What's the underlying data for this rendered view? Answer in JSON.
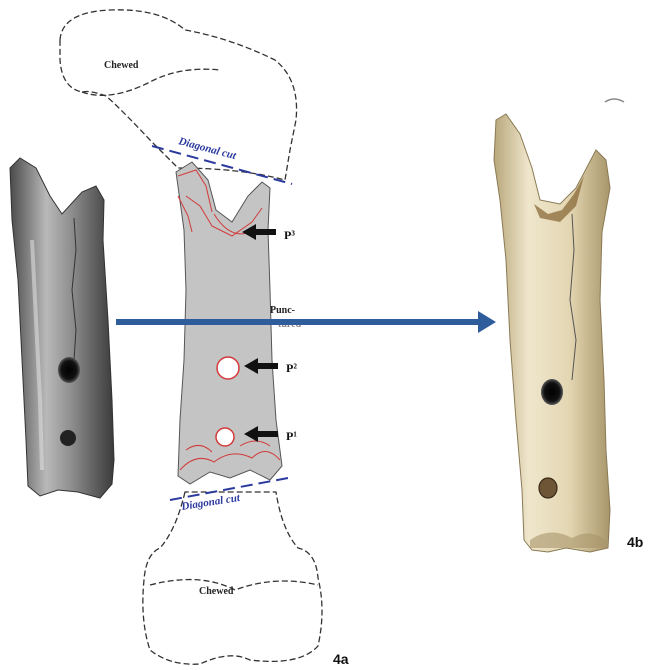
{
  "labels": {
    "chewed_top": "Chewed",
    "chewed_bottom": "Chewed",
    "diagonal_cut_top": "Diagonal cut",
    "diagonal_cut_bottom": "Diagonal cut",
    "p_top": "P³",
    "p_middle": "P²",
    "p_bottom": "P¹",
    "punctured_line1": "Punc-",
    "punctured_line2": "tured",
    "figure_4a": "4a",
    "figure_4b": "4b"
  },
  "colors": {
    "bone_outline": "#333333",
    "shaft_fill": "#c4c4c4",
    "damage_red": "#d23a3a",
    "cut_line_blue": "#2b3a9e",
    "arrow_blue": "#2f5d9c",
    "photo_bw": "#8a8a8a",
    "photo_color": "#d9cba3"
  },
  "icons": {
    "pointer_arrow": "arrow-left-icon",
    "main_arrow": "arrow-right-icon"
  }
}
